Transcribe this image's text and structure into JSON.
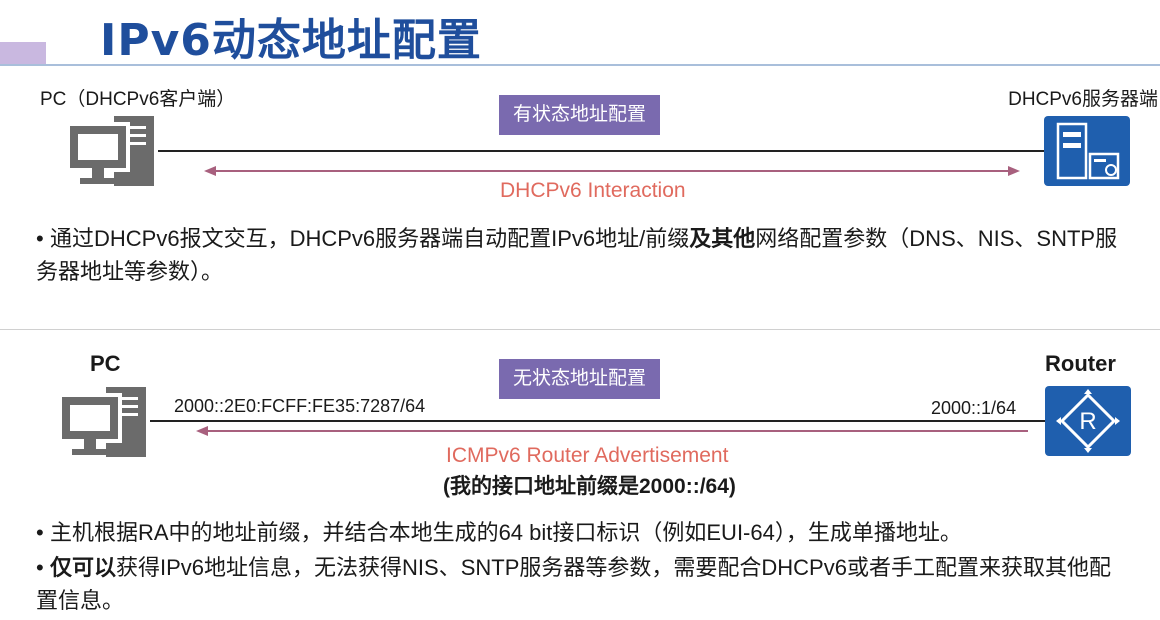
{
  "title": "IPv6动态地址配置",
  "stateful": {
    "client_label": "PC（DHCPv6客户端）",
    "server_label": "DHCPv6服务器端",
    "tag": "有状态地址配置",
    "interaction": "DHCPv6 Interaction",
    "bullet": {
      "pre": "通过DHCPv6报文交互，DHCPv6服务器端自动配置IPv6地址/前缀",
      "bold": "及其他",
      "post": "网络配置参数（DNS、NIS、SNTP服务器地址等参数）。"
    }
  },
  "stateless": {
    "pc_label": "PC",
    "router_label": "Router",
    "tag": "无状态地址配置",
    "pc_address": "2000::2E0:FCFF:FE35:7287/64",
    "router_address": "2000::1/64",
    "ra_label": "ICMPv6 Router Advertisement",
    "ra_note": "(我的接口地址前缀是2000::/64)",
    "bullet1": "主机根据RA中的地址前缀，并结合本地生成的64 bit接口标识（例如EUI-64），生成单播地址。",
    "bullet2": {
      "bold": "仅可以",
      "post": "获得IPv6地址信息，无法获得NIS、SNTP服务器等参数，需要配合DHCPv6或者手工配置来获取其他配置信息。"
    }
  },
  "colors": {
    "title": "#1f4e9c",
    "tag_bg": "#7a6aaf",
    "arrow": "#a8607e",
    "red_text": "#e06a5e",
    "icon_blue": "#1f5fae",
    "pc_gray": "#6b6b6b"
  },
  "icons": [
    "pc-icon",
    "server-icon",
    "router-icon",
    "bullet-dot"
  ]
}
